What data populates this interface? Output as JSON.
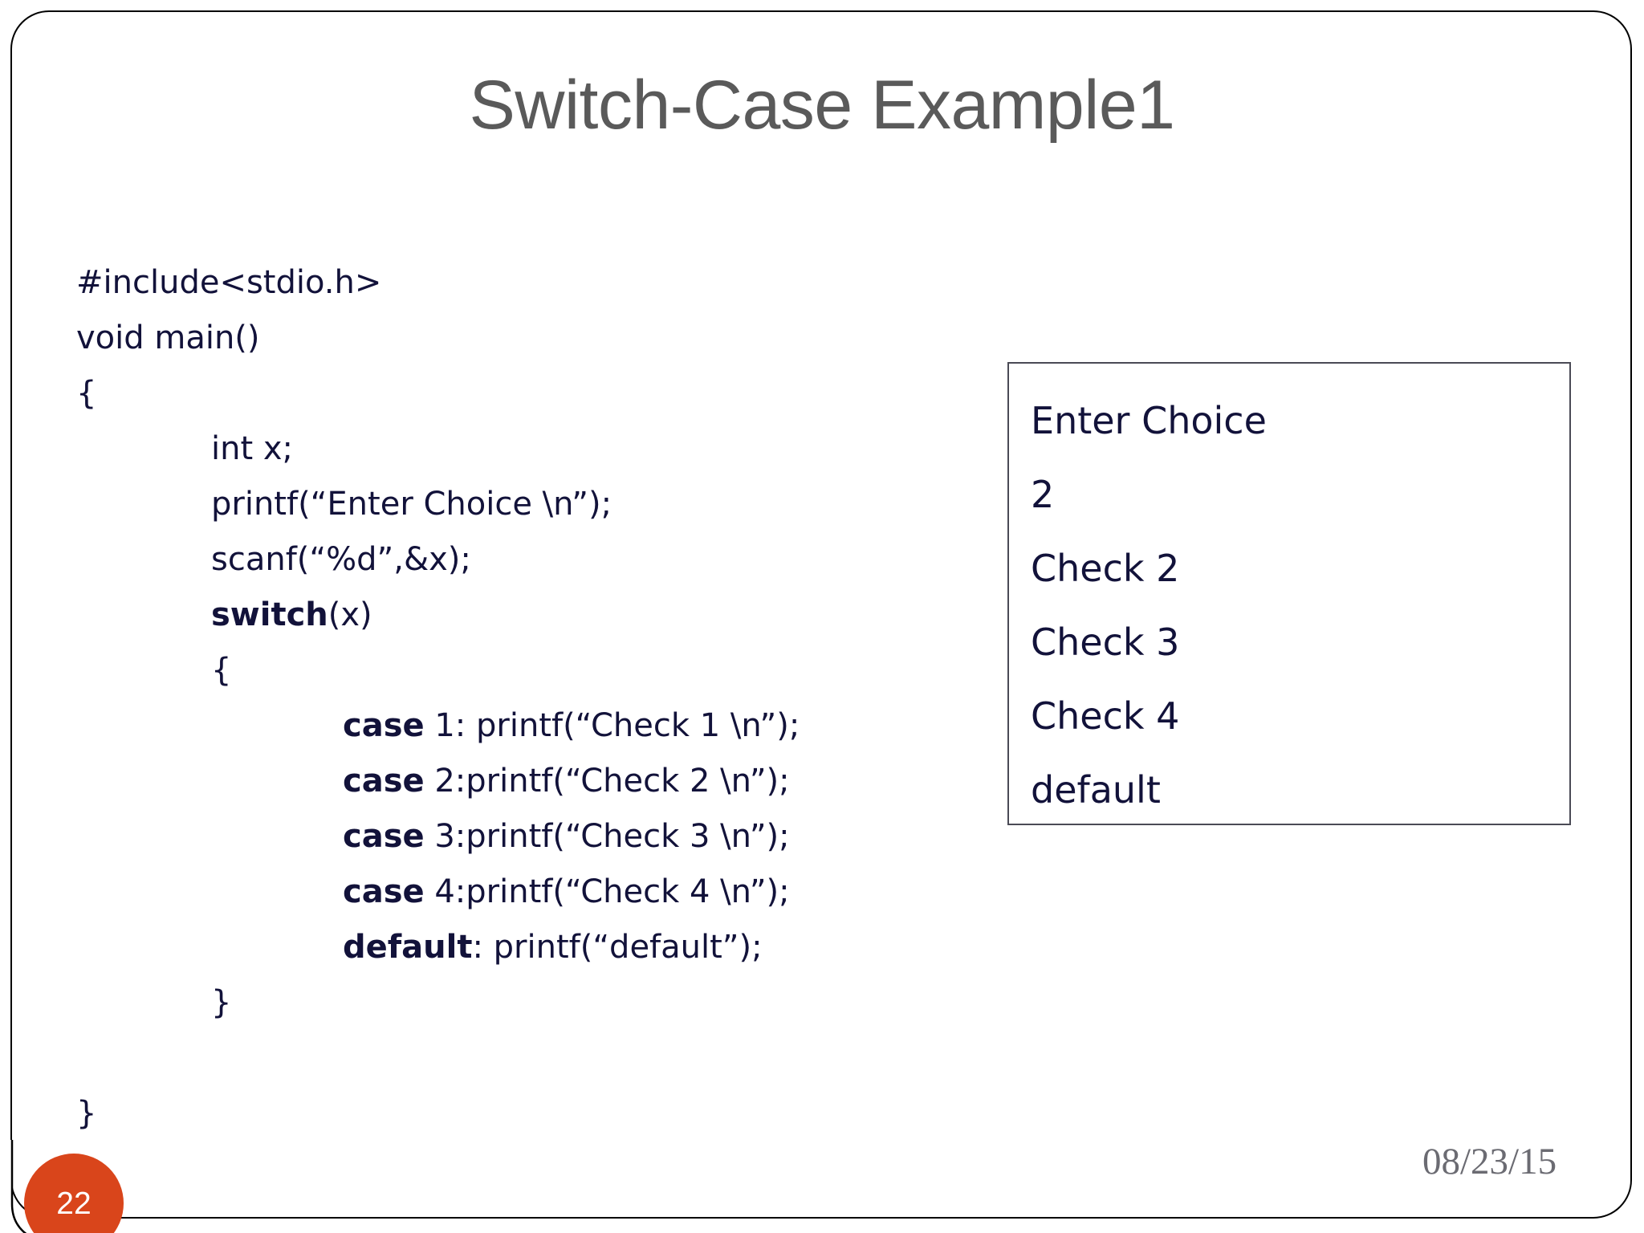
{
  "slide": {
    "title": "Switch-Case Example1",
    "title_color": "#5a5a5a",
    "background_color": "#ffffff",
    "border_color": "#000000",
    "slide_number": "22",
    "slide_number_badge_color": "#d9451b",
    "date": "08/23/15",
    "date_color": "#6b6b72"
  },
  "code": {
    "text_color": "#12123a",
    "lines": [
      {
        "indent": 0,
        "keyword": "",
        "rest": "#include<stdio.h>"
      },
      {
        "indent": 0,
        "keyword": "",
        "rest": "void main()"
      },
      {
        "indent": 0,
        "keyword": "",
        "rest": "{"
      },
      {
        "indent": 1,
        "keyword": "",
        "rest": "int x;"
      },
      {
        "indent": 1,
        "keyword": "",
        "rest": "printf(“Enter Choice \\n”);"
      },
      {
        "indent": 1,
        "keyword": "",
        "rest": "scanf(“%d”,&x);"
      },
      {
        "indent": 1,
        "keyword": "switch",
        "rest": "(x)"
      },
      {
        "indent": 1,
        "keyword": "",
        "rest": "{"
      },
      {
        "indent": 2,
        "keyword": "case",
        "rest": " 1: printf(“Check 1 \\n”);"
      },
      {
        "indent": 2,
        "keyword": "case",
        "rest": " 2:printf(“Check 2 \\n”);"
      },
      {
        "indent": 2,
        "keyword": "case",
        "rest": " 3:printf(“Check 3 \\n”);"
      },
      {
        "indent": 2,
        "keyword": "case",
        "rest": " 4:printf(“Check 4 \\n”);"
      },
      {
        "indent": 2,
        "keyword": "default",
        "rest": ": printf(“default”);"
      },
      {
        "indent": 1,
        "keyword": "",
        "rest": "}"
      },
      {
        "indent": 0,
        "keyword": "",
        "rest": ""
      },
      {
        "indent": 0,
        "keyword": "",
        "rest": "}"
      }
    ]
  },
  "output_box": {
    "border_color": "#4a4a55",
    "text_color": "#12123a",
    "lines": [
      "Enter Choice",
      "2",
      "Check 2",
      "Check 3",
      "Check 4",
      "default"
    ]
  }
}
